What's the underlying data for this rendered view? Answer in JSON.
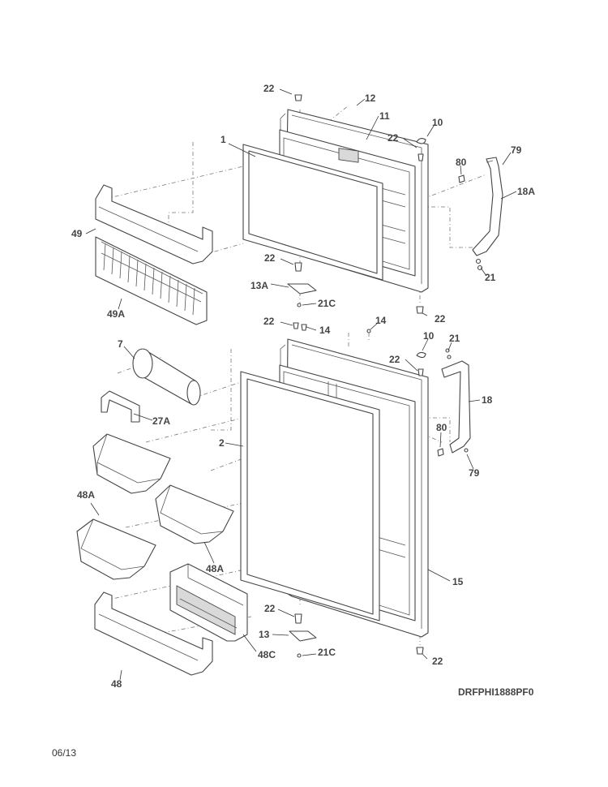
{
  "diagram": {
    "model_code": "DRFPHI1888PF0",
    "date_code": "06/13",
    "labels": {
      "l22a": "22",
      "l12": "12",
      "l11": "11",
      "l10a": "10",
      "l22b": "22",
      "l79a": "79",
      "l80a": "80",
      "l18A": "18A",
      "l1": "1",
      "l49": "49",
      "l22c": "22",
      "l13A": "13A",
      "l21Ca": "21C",
      "l21a": "21",
      "l22d": "22",
      "l49A": "49A",
      "l22e": "22",
      "l14a": "14",
      "l14b": "14",
      "l10b": "10",
      "l21b": "21",
      "l22f": "22",
      "l7": "7",
      "l18": "18",
      "l27A": "27A",
      "l80b": "80",
      "l2": "2",
      "l79b": "79",
      "l48Aa": "48A",
      "l48Ab": "48A",
      "l15": "15",
      "l22g": "22",
      "l13": "13",
      "l48C": "48C",
      "l21Cb": "21C",
      "l22h": "22",
      "l48": "48"
    }
  }
}
